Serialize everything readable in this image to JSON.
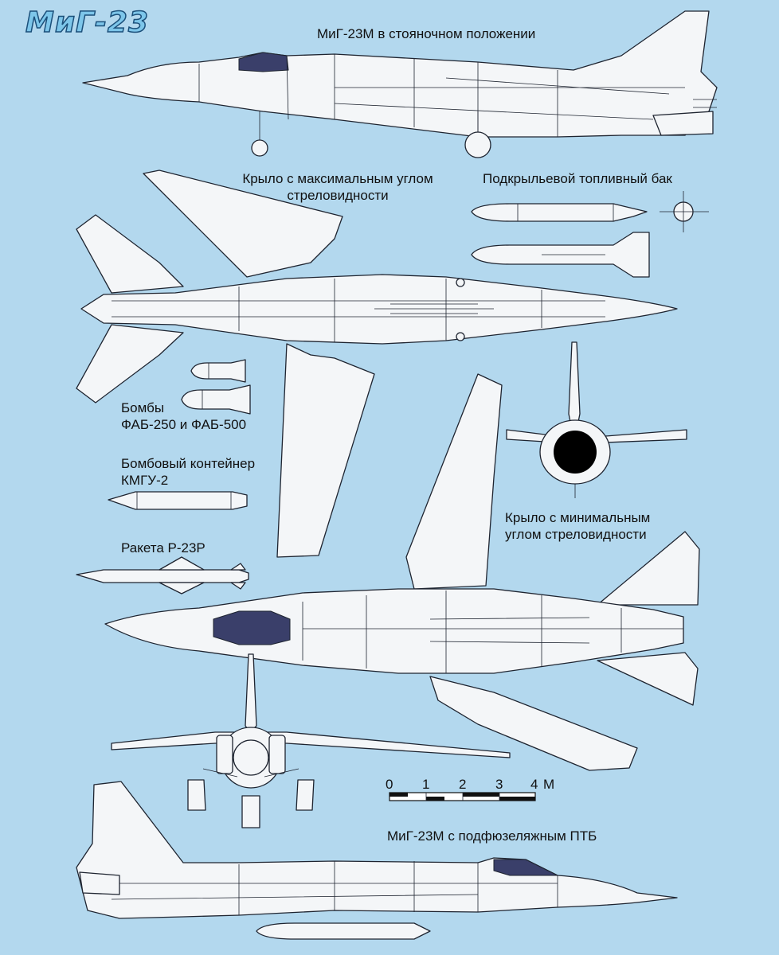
{
  "title": "МиГ-23",
  "labels": {
    "parked": "МиГ-23М в стояночном положении",
    "max_sweep": "Крыло с максимальным углом\nстреловидности",
    "fuel_tank": "Подкрыльевой топливный бак",
    "bombs": "Бомбы\nФАБ-250 и ФАБ-500",
    "container": "Бомбовый контейнер\nКМГУ-2",
    "missile": "Ракета Р-23Р",
    "min_sweep": "Крыло с минимальным\nуглом стреловидности",
    "ventral_tank": "МиГ-23М с подфюзеляжным ПТБ"
  },
  "scale": {
    "ticks": [
      "0",
      "1",
      "2",
      "3",
      "4"
    ],
    "unit": "М"
  },
  "colors": {
    "background": "#b3d8ee",
    "title_fill": "#7dc6ea",
    "line": "#1e2430",
    "canopy": "#3a3f6a"
  }
}
